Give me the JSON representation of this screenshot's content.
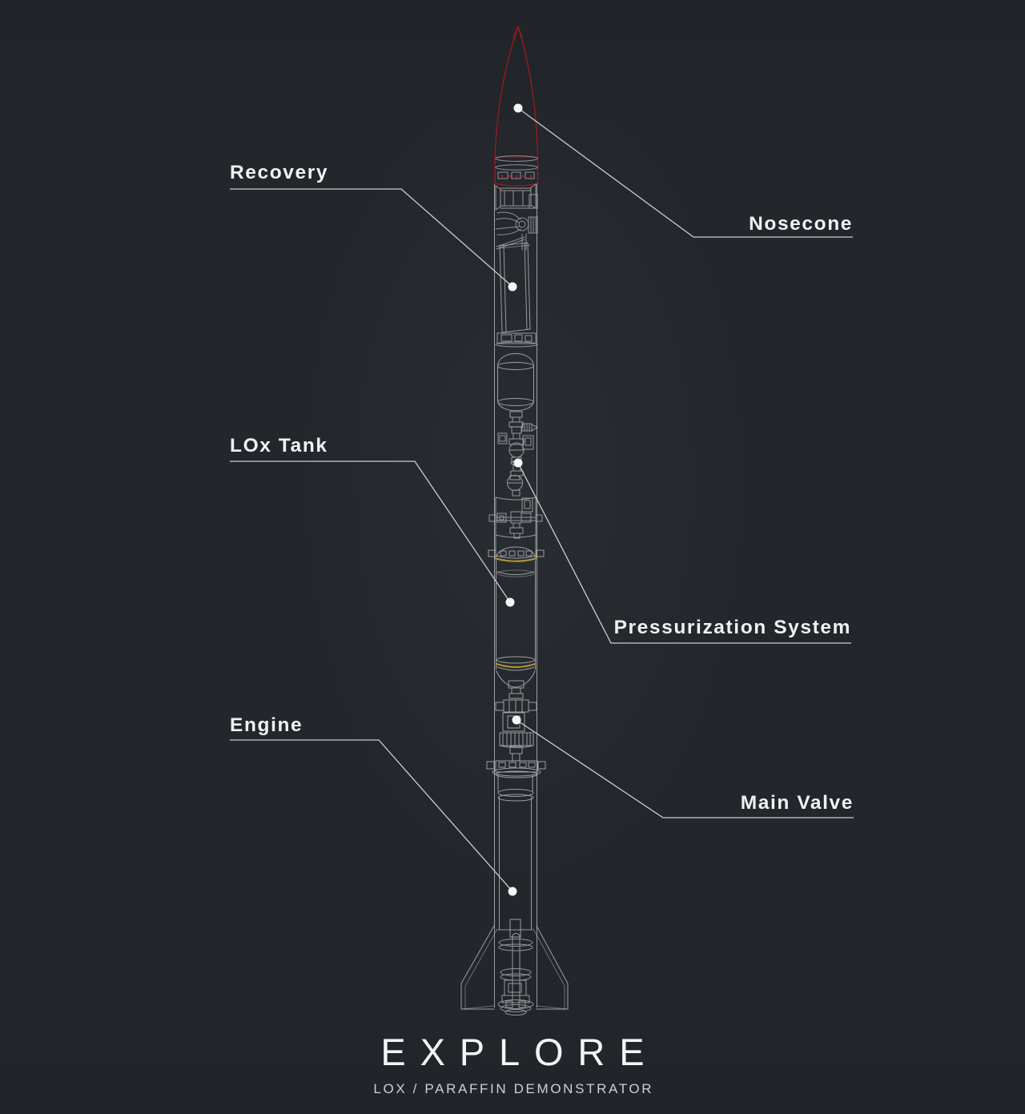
{
  "title": {
    "main": "EXPLORE",
    "subtitle": "LOX / PARAFFIN DEMONSTRATOR"
  },
  "callouts": {
    "recovery": "Recovery",
    "nosecone": "Nosecone",
    "lox_tank": "LOx Tank",
    "pressurization": "Pressurization System",
    "engine": "Engine",
    "main_valve": "Main Valve"
  },
  "colors": {
    "background": "#23262b",
    "wireframe": "#b2b5b8",
    "nosecone_outline": "#9c1a1d",
    "accent_ring": "#b5982f",
    "label_text": "#f0f1f3",
    "leader_line": "#cbcdd0"
  }
}
